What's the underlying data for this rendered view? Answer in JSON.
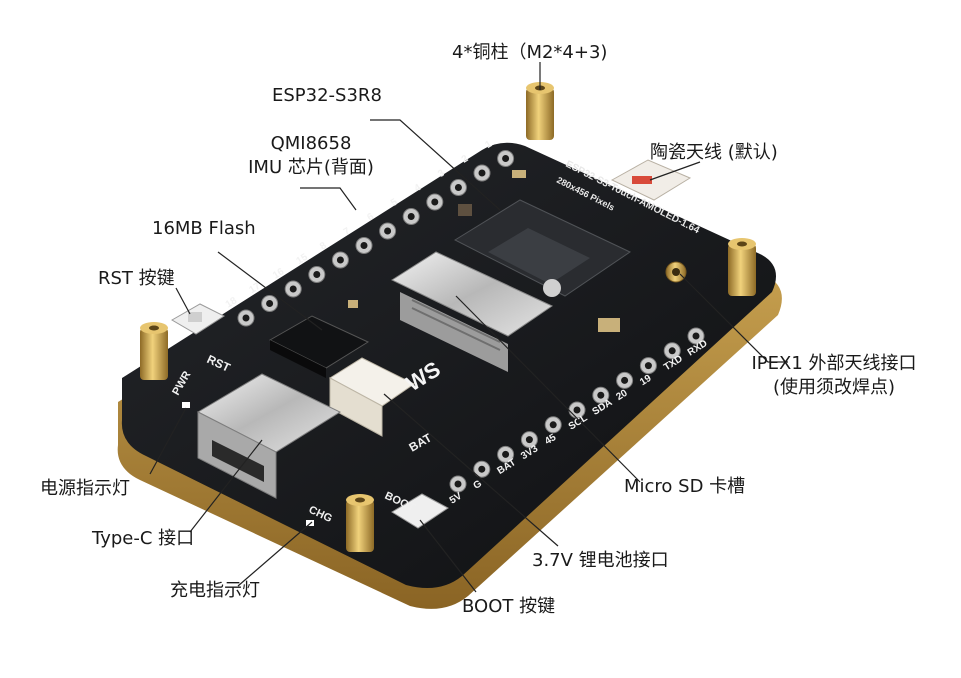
{
  "colors": {
    "pcb": "#17181b",
    "pcb_edge": "#b48a3c",
    "gold": "#c9a14a",
    "silver": "#d6d6d6",
    "leader": "#222222"
  },
  "labels": {
    "standoffs": "4*铜柱（M2*4+3)",
    "esp32": "ESP32-S3R8",
    "imu_line1": "QMI8658",
    "imu_line2": "IMU 芯片(背面)",
    "flash": "16MB Flash",
    "rst_button": "RST 按键",
    "ceramic_antenna": "陶瓷天线 (默认)",
    "ipex_line1": "IPEX1 外部天线接口",
    "ipex_line2": "(使用须改焊点)",
    "power_led": "电源指示灯",
    "micro_sd": "Micro SD 卡槽",
    "typec": "Type-C 接口",
    "battery": "3.7V 锂电池接口",
    "charge_led": "充电指示灯",
    "boot_button": "BOOT 按键"
  },
  "silkscreen": {
    "board_name": "ESP32-S3-Touch-AMOLED-1.64",
    "pixels": "280x456 Pixels",
    "rst": "RST",
    "pwr": "PWR",
    "chg": "CHG",
    "boot": "BOOT",
    "bat": "BAT",
    "logo": "WS",
    "top_pins": [
      "18",
      "17",
      "16",
      "15",
      "8",
      "7",
      "6",
      "5",
      "4",
      "3",
      "2",
      "1"
    ],
    "bottom_pins": [
      "5V",
      "G",
      "BAT",
      "3V3",
      "45",
      "SCL",
      "SDA",
      "20",
      "19",
      "TXD",
      "RXD"
    ]
  }
}
